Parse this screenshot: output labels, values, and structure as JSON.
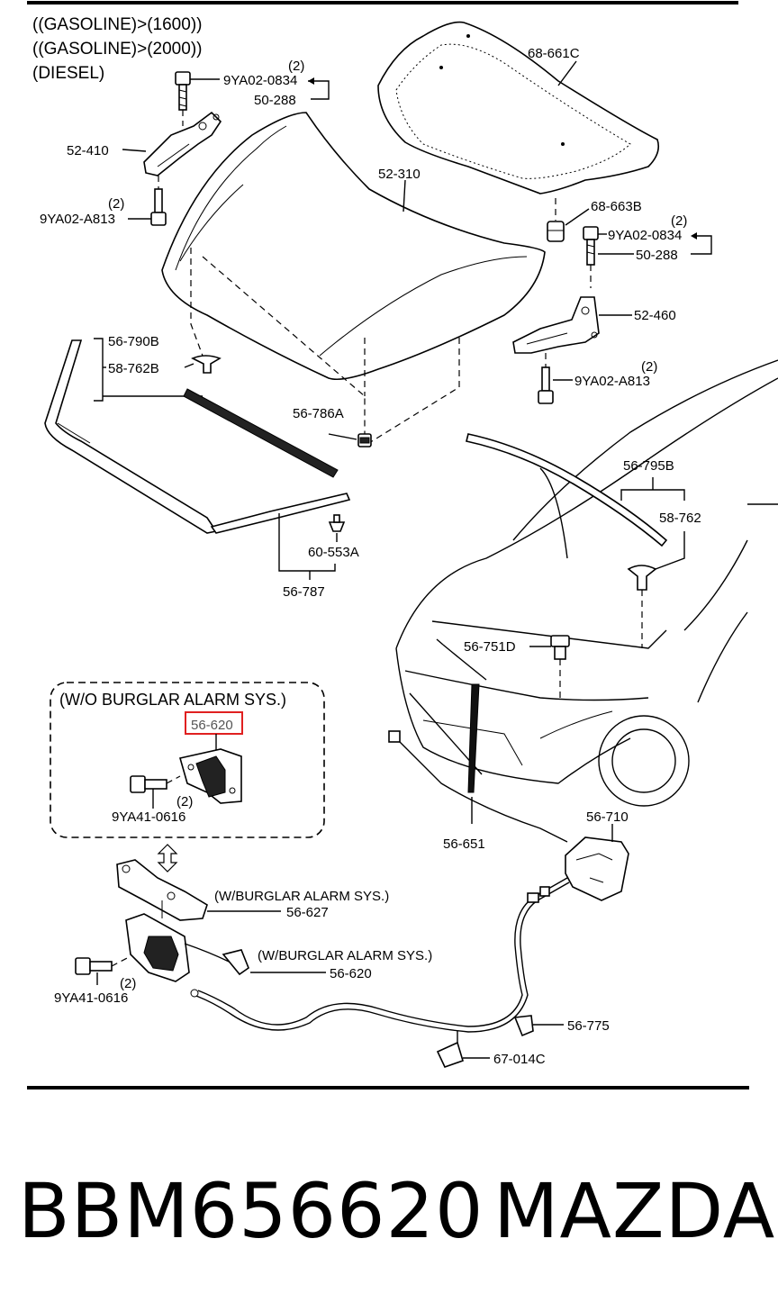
{
  "header_lines": [
    "((GASOLINE)>(1600))",
    "((GASOLINE)>(2000))",
    "(DIESEL)"
  ],
  "labels": {
    "insulator": "68-661C",
    "bolt_left": "9YA02-0834",
    "qty_bolt_left": "(2)",
    "hinge_kit_left": "50-288",
    "hinge_left": "52-410",
    "bolt_lower_left": "9YA02-A813",
    "qty_bolt_lower_left": "(2)",
    "hood": "52-310",
    "clip_insulator": "68-663B",
    "bolt_right": "9YA02-0834",
    "qty_bolt_right": "(2)",
    "hinge_kit_right": "50-288",
    "hinge_right": "52-460",
    "bolt_lower_right": "9YA02-A813",
    "qty_bolt_lower_right": "(2)",
    "seal_kit": "56-790B",
    "seal_clip": "58-762B",
    "stopper": "56-786A",
    "seal_front_kit": "56-795B",
    "seal_front_clip": "58-762",
    "clip_cowl": "60-553A",
    "cowl_seal": "56-787",
    "stay_holder": "56-751D",
    "stay": "56-651",
    "release_handle": "56-710",
    "latch_bolt": "9YA41-0616",
    "qty_latch_bolt": "(2)",
    "latch_upper": "56-627",
    "latch_lower": "56-620",
    "latch_bolt_lower": "9YA41-0616",
    "qty_latch_bolt_lower": "(2)",
    "cable_clip": "56-775",
    "cable_clamp": "67-014C"
  },
  "box": {
    "title": "(W/O BURGLAR ALARM SYS.)",
    "highlight_part": "56-620",
    "bolt": "9YA41-0616",
    "qty": "(2)"
  },
  "notes": {
    "alarm_upper": "(W/BURGLAR ALARM SYS.)",
    "alarm_lower": "(W/BURGLAR ALARM SYS.)"
  },
  "caption": {
    "part_number": "BBM656620",
    "brand": "MAZDA"
  },
  "colors": {
    "highlight": "#e02020",
    "line": "#000000",
    "background": "#ffffff"
  }
}
